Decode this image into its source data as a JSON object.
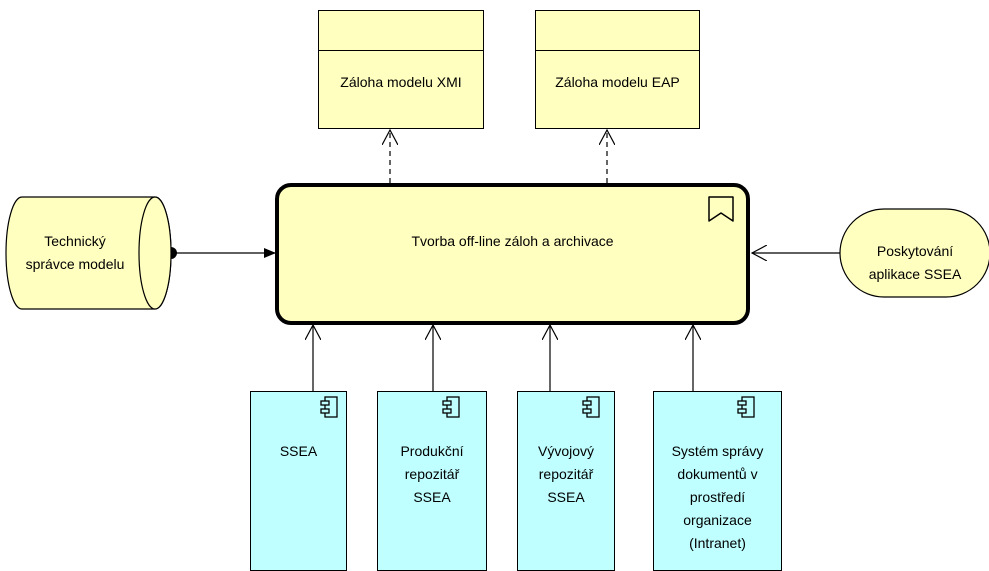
{
  "process": {
    "label": "Tvorba off-line záloh a archivace"
  },
  "data_objects": [
    {
      "label": "Záloha modelu XMI"
    },
    {
      "label": "Záloha modelu EAP"
    }
  ],
  "actor": {
    "label": "Technický\nsprávce modelu"
  },
  "service": {
    "label": "Poskytování\naplikace SSEA"
  },
  "components": [
    {
      "label": "SSEA"
    },
    {
      "label": "Produkční\nrepozitář\nSSEA"
    },
    {
      "label": "Vývojový\nrepozitář\nSSEA"
    },
    {
      "label": "Systém správy\ndokumentů v\nprostředí\norganizace\n(Intranet)"
    }
  ],
  "colors": {
    "process_fill": "#ffffc0",
    "data_object_fill": "#ffffc0",
    "component_fill": "#c0ffff",
    "line": "#000000"
  }
}
